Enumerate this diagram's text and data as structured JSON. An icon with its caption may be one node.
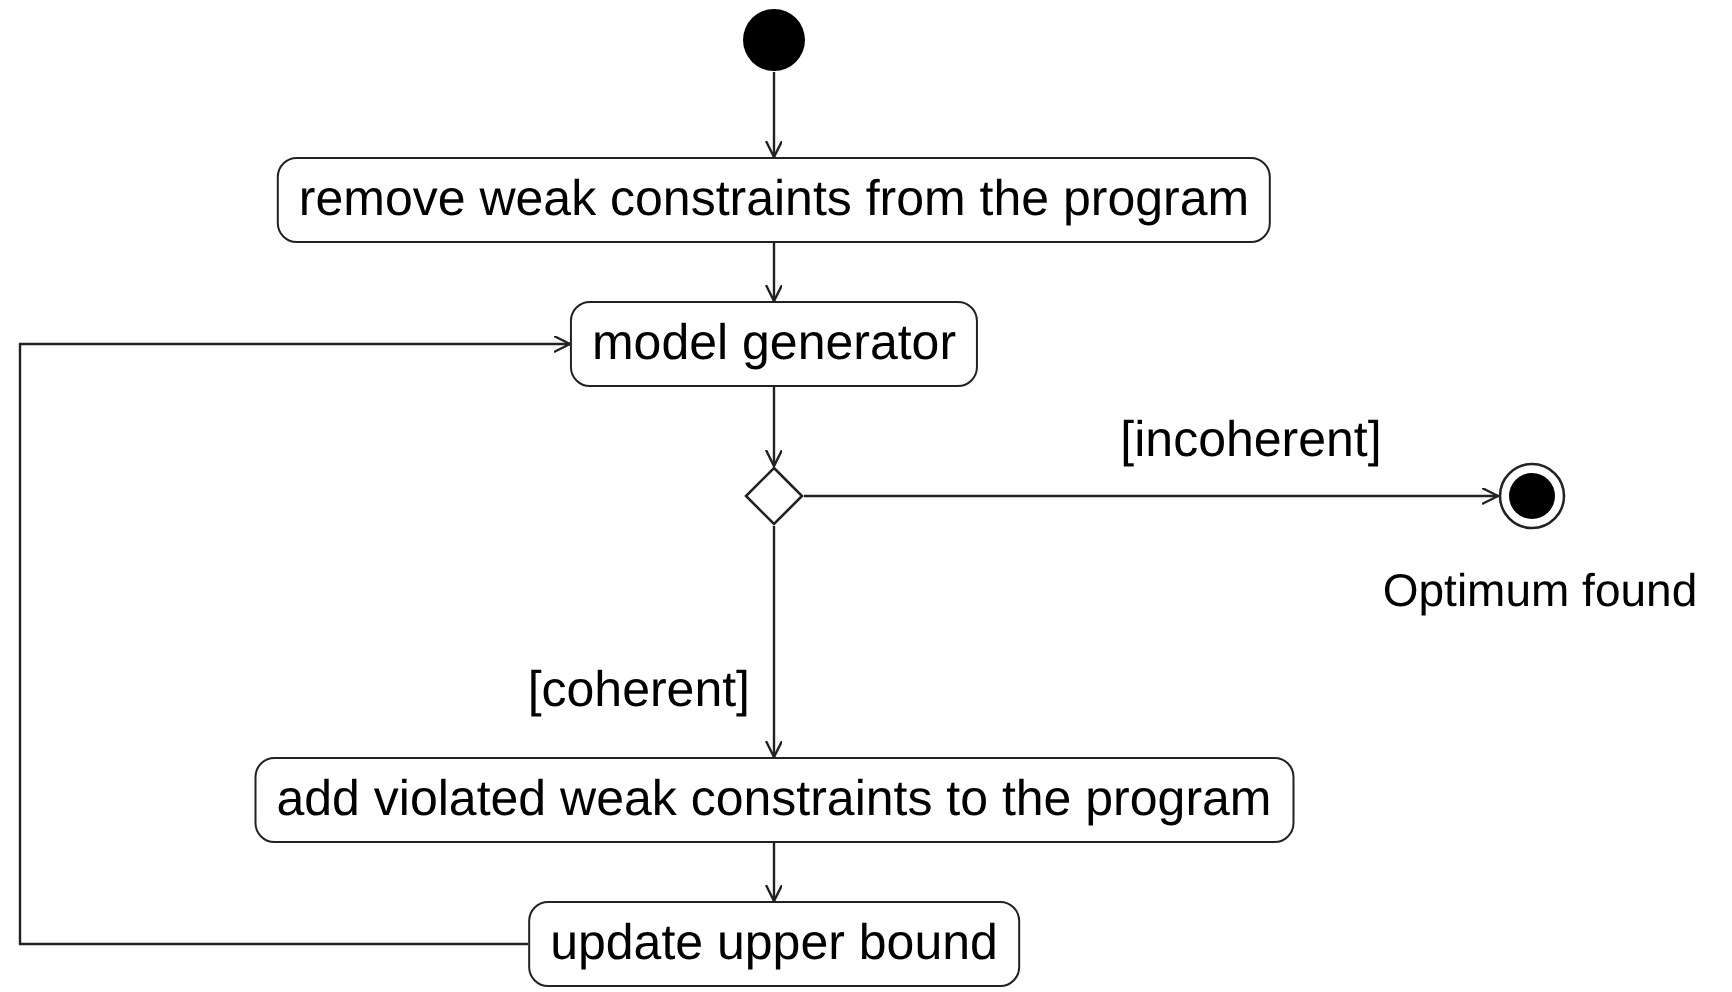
{
  "diagram": {
    "nodes": [
      {
        "text": [],
        "shape": "circle"
      },
      {
        "text": [
          "remove weak constraints from the program"
        ]
      },
      {
        "text": [
          "model generator"
        ]
      },
      {
        "text": [],
        "shape": "diamond"
      },
      {
        "text": [],
        "shape": "bullseye",
        "beside": [
          "Optimum found"
        ]
      },
      {
        "text": [
          "add violated weak constraints to the program"
        ]
      },
      {
        "text": [
          "update upper bound"
        ]
      }
    ],
    "edges": [
      {
        "from": 0,
        "to": 1,
        "arrow": "to"
      },
      {
        "from": 1,
        "to": 2,
        "arrow": "to"
      },
      {
        "from": 2,
        "to": 3,
        "arrow": "to"
      },
      {
        "from": 3,
        "to": 4,
        "arrow": "to",
        "label": "[incoherent]"
      },
      {
        "from": 3,
        "to": 5,
        "arrow": "to",
        "label": "[coherent]"
      },
      {
        "from": 5,
        "to": 6,
        "arrow": "to"
      },
      {
        "from": 6,
        "to": 2,
        "arrow": "to"
      }
    ]
  }
}
